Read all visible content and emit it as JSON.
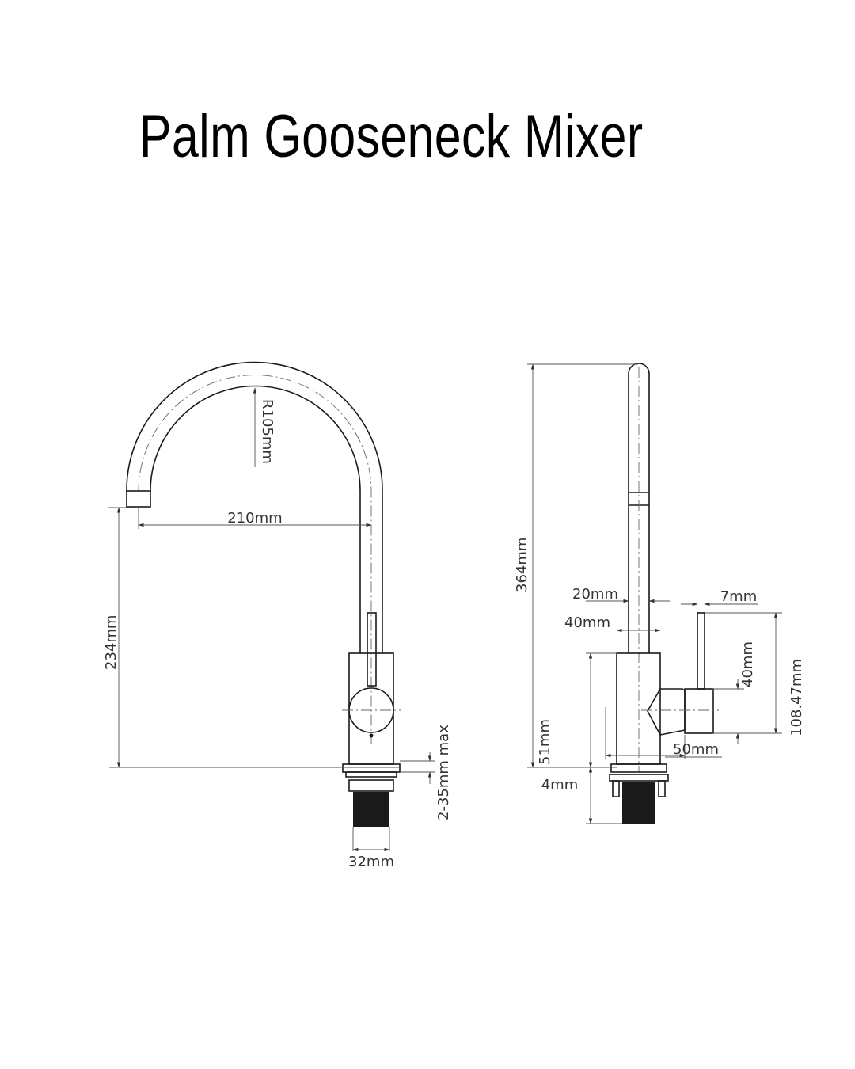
{
  "title": "Palm Gooseneck Mixer",
  "front_view": {
    "radius_label": "R105mm",
    "reach_label": "210mm",
    "height_label": "234mm",
    "bench_label": "2-35mm max",
    "shank_label": "32mm"
  },
  "side_view": {
    "total_height_label": "364mm",
    "spout_label": "20mm",
    "handle_label": "7mm",
    "body_label": "40mm",
    "lever_height_label": "40mm",
    "lever_total_label": "108.47mm",
    "body_height_label": "51mm",
    "lever_reach_label": "50mm",
    "base_label": "4mm"
  }
}
